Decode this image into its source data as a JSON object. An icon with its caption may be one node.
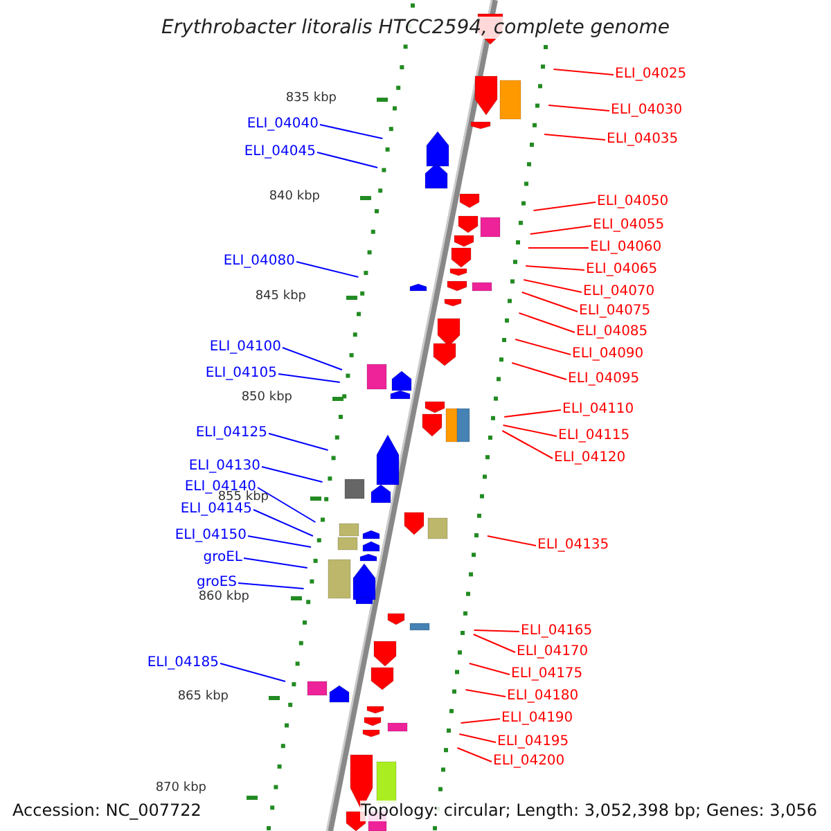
{
  "diagram": {
    "title": "Erythrobacter litoralis HTCC2594, complete genome",
    "nodes": [
      {
        "text": [
          "ELI_04040"
        ]
      },
      {
        "text": [
          "ELI_04045"
        ]
      },
      {
        "text": [
          "ELI_04080"
        ]
      },
      {
        "text": [
          "ELI_04100"
        ]
      },
      {
        "text": [
          "ELI_04105"
        ]
      },
      {
        "text": [
          "ELI_04125"
        ]
      },
      {
        "text": [
          "ELI_04130"
        ]
      },
      {
        "text": [
          "ELI_04140"
        ]
      },
      {
        "text": [
          "ELI_04145"
        ]
      },
      {
        "text": [
          "ELI_04150"
        ]
      },
      {
        "text": [
          "groEL"
        ]
      },
      {
        "text": [
          "groES"
        ]
      },
      {
        "text": [
          "ELI_04185"
        ]
      },
      {
        "text": [
          "ELI_04025"
        ]
      },
      {
        "text": [
          "ELI_04030"
        ]
      },
      {
        "text": [
          "ELI_04035"
        ]
      },
      {
        "text": [
          "ELI_04050"
        ]
      },
      {
        "text": [
          "ELI_04055"
        ]
      },
      {
        "text": [
          "ELI_04060"
        ]
      },
      {
        "text": [
          "ELI_04065"
        ]
      },
      {
        "text": [
          "ELI_04070"
        ]
      },
      {
        "text": [
          "ELI_04075"
        ]
      },
      {
        "text": [
          "ELI_04085"
        ]
      },
      {
        "text": [
          "ELI_04090"
        ]
      },
      {
        "text": [
          "ELI_04095"
        ]
      },
      {
        "text": [
          "ELI_04110"
        ]
      },
      {
        "text": [
          "ELI_04115"
        ]
      },
      {
        "text": [
          "ELI_04120"
        ]
      },
      {
        "text": [
          "ELI_04135"
        ]
      },
      {
        "text": [
          "ELI_04165"
        ]
      },
      {
        "text": [
          "ELI_04170"
        ]
      },
      {
        "text": [
          "ELI_04175"
        ]
      },
      {
        "text": [
          "ELI_04180"
        ]
      },
      {
        "text": [
          "ELI_04190"
        ]
      },
      {
        "text": [
          "ELI_04195"
        ]
      },
      {
        "text": [
          "ELI_04200"
        ]
      }
    ],
    "edges": [
      {
        "from": 0,
        "to": null,
        "arrow": "none",
        "color": "#0000ff"
      },
      {
        "from": 1,
        "to": null,
        "arrow": "none",
        "color": "#0000ff"
      },
      {
        "from": 2,
        "to": null,
        "arrow": "none",
        "color": "#0000ff"
      },
      {
        "from": 3,
        "to": null,
        "arrow": "none",
        "color": "#0000ff"
      },
      {
        "from": 4,
        "to": null,
        "arrow": "none",
        "color": "#0000ff"
      },
      {
        "from": 5,
        "to": null,
        "arrow": "none",
        "color": "#0000ff"
      },
      {
        "from": 6,
        "to": null,
        "arrow": "none",
        "color": "#0000ff"
      },
      {
        "from": 7,
        "to": null,
        "arrow": "none",
        "color": "#0000ff"
      },
      {
        "from": 8,
        "to": null,
        "arrow": "none",
        "color": "#0000ff"
      },
      {
        "from": 9,
        "to": null,
        "arrow": "none",
        "color": "#0000ff"
      },
      {
        "from": 10,
        "to": null,
        "arrow": "none",
        "color": "#0000ff"
      },
      {
        "from": 11,
        "to": null,
        "arrow": "none",
        "color": "#0000ff"
      },
      {
        "from": 12,
        "to": null,
        "arrow": "none",
        "color": "#0000ff"
      },
      {
        "from": 13,
        "to": null,
        "arrow": "none"
      },
      {
        "from": 14,
        "to": null,
        "arrow": "none"
      },
      {
        "from": 15,
        "to": null,
        "arrow": "none"
      },
      {
        "from": 16,
        "to": null,
        "arrow": "none"
      },
      {
        "from": 17,
        "to": null,
        "arrow": "none"
      },
      {
        "from": 18,
        "to": null,
        "arrow": "none"
      },
      {
        "from": 19,
        "to": null,
        "arrow": "none"
      },
      {
        "from": 20,
        "to": null,
        "arrow": "none"
      },
      {
        "from": 21,
        "to": null,
        "arrow": "none"
      },
      {
        "from": 22,
        "to": null,
        "arrow": "none"
      },
      {
        "from": 23,
        "to": null,
        "arrow": "none"
      },
      {
        "from": 24,
        "to": null,
        "arrow": "none"
      },
      {
        "from": 25,
        "to": null,
        "arrow": "none"
      },
      {
        "from": 26,
        "to": null,
        "arrow": "none"
      },
      {
        "from": 27,
        "to": null,
        "arrow": "none"
      },
      {
        "from": 28,
        "to": null,
        "arrow": "none"
      },
      {
        "from": 29,
        "to": null,
        "arrow": "none"
      },
      {
        "from": 30,
        "to": null,
        "arrow": "none"
      },
      {
        "from": 31,
        "to": null,
        "arrow": "none"
      },
      {
        "from": 32,
        "to": null,
        "arrow": "none"
      },
      {
        "from": 33,
        "to": null,
        "arrow": "none"
      },
      {
        "from": 34,
        "to": null,
        "arrow": "none"
      },
      {
        "from": 35,
        "to": null,
        "arrow": "none"
      }
    ],
    "labels": [
      "835 kbp",
      "840 kbp",
      "845 kbp",
      "850 kbp",
      "855 kbp",
      "860 kbp",
      "865 kbp",
      "870 kbp",
      "Accession: NC_007722",
      "Topology: circular; Length: 3,052,398 bp; Genes: 3,056"
    ]
  }
}
